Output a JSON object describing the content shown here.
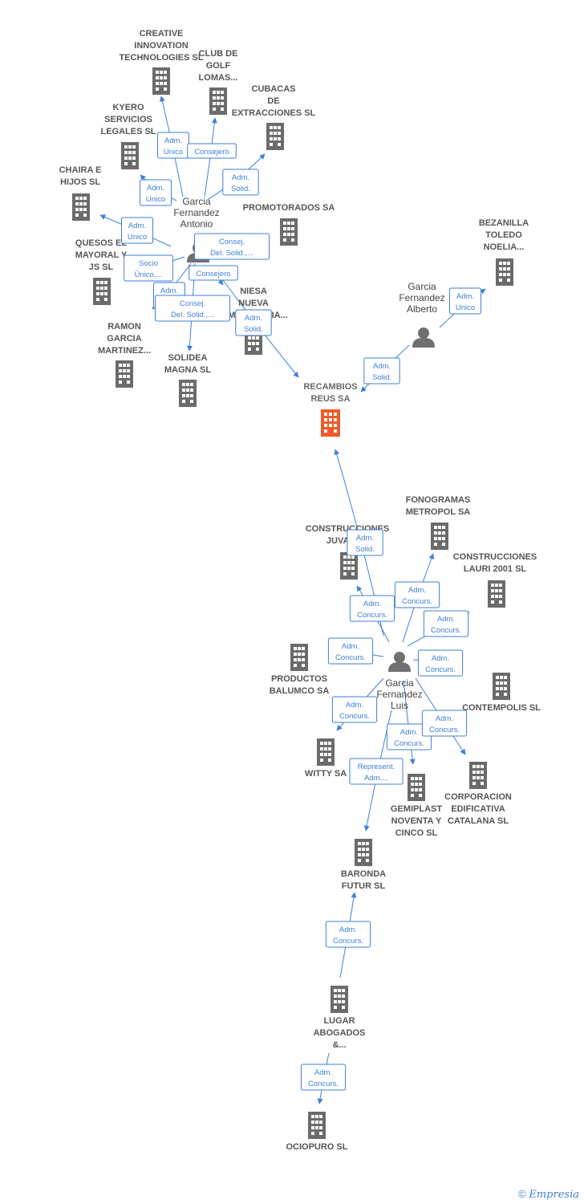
{
  "colors": {
    "edge": "#3f7fd6",
    "building": "#6b6b6b",
    "main": "#f05a28",
    "person": "#707070"
  },
  "nodes": [
    {
      "id": "creative",
      "type": "company",
      "lines": [
        "CREATIVE",
        "INNOVATION",
        "TECHNOLOGIES SL"
      ]
    },
    {
      "id": "club",
      "type": "company",
      "lines": [
        "CLUB DE",
        "GOLF",
        "LOMAS..."
      ]
    },
    {
      "id": "cubacas",
      "type": "company",
      "lines": [
        "CUBACAS",
        "DE",
        "EXTRACCIONES SL"
      ]
    },
    {
      "id": "kyero",
      "type": "company",
      "lines": [
        "KYERO",
        "SERVICIOS",
        "LEGALES SL"
      ]
    },
    {
      "id": "chaira",
      "type": "company",
      "lines": [
        "CHAIRA E",
        "HIJOS SL"
      ]
    },
    {
      "id": "promotorados",
      "type": "company",
      "lines": [
        "PROMOTORADOS SA"
      ]
    },
    {
      "id": "quesos",
      "type": "company",
      "lines": [
        "QUESOS EL",
        "MAYORAL Y",
        "JS  SL"
      ]
    },
    {
      "id": "ramon",
      "type": "company",
      "lines": [
        "RAMON",
        "GARCIA",
        "MARTINEZ..."
      ]
    },
    {
      "id": "solidea",
      "type": "company",
      "lines": [
        "SOLIDEA",
        "MAGNA SL"
      ]
    },
    {
      "id": "niesa",
      "type": "company",
      "lines": [
        "NIESA",
        "NUEVA",
        "INMOBILIARIA..."
      ]
    },
    {
      "id": "bezanilla",
      "type": "company",
      "lines": [
        "BEZANILLA",
        "TOLEDO",
        "NOELIA..."
      ]
    },
    {
      "id": "recambios",
      "type": "main",
      "lines": [
        "RECAMBIOS",
        "REUS SA"
      ]
    },
    {
      "id": "fonogramas",
      "type": "company",
      "lines": [
        "FONOGRAMAS",
        "METROPOL SA"
      ]
    },
    {
      "id": "construjuval",
      "type": "company",
      "lines": [
        "CONSTRUCCIONES",
        "JUVAL SL"
      ]
    },
    {
      "id": "construlauri",
      "type": "company",
      "lines": [
        "CONSTRUCCIONES",
        "LAURI 2001 SL"
      ]
    },
    {
      "id": "productos",
      "type": "company",
      "lines": [
        "PRODUCTOS",
        "BALUMCO SA"
      ]
    },
    {
      "id": "contempolis",
      "type": "company",
      "lines": [
        "CONTEMPOLIS SL"
      ]
    },
    {
      "id": "witty",
      "type": "company",
      "lines": [
        "WITTY SA"
      ]
    },
    {
      "id": "gemiplast",
      "type": "company",
      "lines": [
        "GEMIPLAST",
        "NOVENTA Y",
        "CINCO SL"
      ]
    },
    {
      "id": "corporacion",
      "type": "company",
      "lines": [
        "CORPORACION",
        "EDIFICATIVA",
        "CATALANA SL"
      ]
    },
    {
      "id": "baronda",
      "type": "company",
      "lines": [
        "BARONDA",
        "FUTUR SL"
      ]
    },
    {
      "id": "lugar",
      "type": "company",
      "lines": [
        "LUGAR",
        "ABOGADOS",
        "&..."
      ]
    },
    {
      "id": "ociopuro",
      "type": "company",
      "lines": [
        "OCIOPURO SL"
      ]
    },
    {
      "id": "antonio",
      "type": "person",
      "lines": [
        "Garcia",
        "Fernandez",
        "Antonio"
      ]
    },
    {
      "id": "alberto",
      "type": "person",
      "lines": [
        "Garcia",
        "Fernandez",
        "Alberto"
      ]
    },
    {
      "id": "luis",
      "type": "person",
      "lines": [
        "Garcia",
        "Fernandez",
        "Luis"
      ]
    }
  ],
  "edges": [
    {
      "from": "antonio",
      "to": "creative",
      "label": [
        "Adm.",
        "Unico"
      ]
    },
    {
      "from": "antonio",
      "to": "club",
      "label": [
        "Consejero"
      ]
    },
    {
      "from": "antonio",
      "to": "cubacas",
      "label": [
        "Adm.",
        "Solid."
      ]
    },
    {
      "from": "antonio",
      "to": "kyero",
      "label": [
        "Adm.",
        "Unico"
      ]
    },
    {
      "from": "antonio",
      "to": "chaira",
      "label": [
        "Adm.",
        "Unico"
      ]
    },
    {
      "from": "antonio",
      "to": "quesos",
      "label": [
        "Socio",
        "Único,..."
      ]
    },
    {
      "from": "antonio",
      "to": "promotorados",
      "label": [
        "Consej.",
        "Del. Solid.,..."
      ]
    },
    {
      "from": "antonio",
      "to": "niesa",
      "label": [
        "Consejero"
      ]
    },
    {
      "from": "antonio",
      "to": "ramon",
      "label": [
        "Adm.",
        "Unico"
      ]
    },
    {
      "from": "antonio",
      "to": "solidea",
      "label": [
        "Consej.",
        "Del. Solid.,..."
      ]
    },
    {
      "from": "antonio",
      "to": "recambios",
      "label": [
        "Adm.",
        "Solid."
      ]
    },
    {
      "from": "alberto",
      "to": "bezanilla",
      "label": [
        "Adm.",
        "Unico"
      ]
    },
    {
      "from": "alberto",
      "to": "recambios",
      "label": [
        "Adm.",
        "Solid."
      ]
    },
    {
      "from": "luis",
      "to": "recambios",
      "label": [
        "Adm.",
        "Solid."
      ]
    },
    {
      "from": "luis",
      "to": "construjuval",
      "label": [
        "Adm.",
        "Concurs."
      ]
    },
    {
      "from": "luis",
      "to": "fonogramas",
      "label": [
        "Adm.",
        "Concurs."
      ]
    },
    {
      "from": "luis",
      "to": "construlauri",
      "label": [
        "Adm.",
        "Concurs."
      ]
    },
    {
      "from": "luis",
      "to": "productos",
      "label": [
        "Adm.",
        "Concurs."
      ]
    },
    {
      "from": "luis",
      "to": "contempolis",
      "label": [
        "Adm.",
        "Concurs."
      ]
    },
    {
      "from": "luis",
      "to": "witty",
      "label": [
        "Adm.",
        "Concurs."
      ]
    },
    {
      "from": "luis",
      "to": "gemiplast",
      "label": [
        "Adm.",
        "Concurs."
      ]
    },
    {
      "from": "luis",
      "to": "corporacion",
      "label": [
        "Adm.",
        "Concurs."
      ]
    },
    {
      "from": "luis",
      "to": "baronda",
      "label": [
        "Represent.",
        "Adm...."
      ]
    },
    {
      "from": "lugar",
      "to": "baronda",
      "label": [
        "Adm.",
        "Concurs."
      ]
    },
    {
      "from": "lugar",
      "to": "ociopuro",
      "label": [
        "Adm.",
        "Concurs."
      ]
    }
  ],
  "footer": {
    "copyright": "©",
    "brand": "Empresia"
  }
}
